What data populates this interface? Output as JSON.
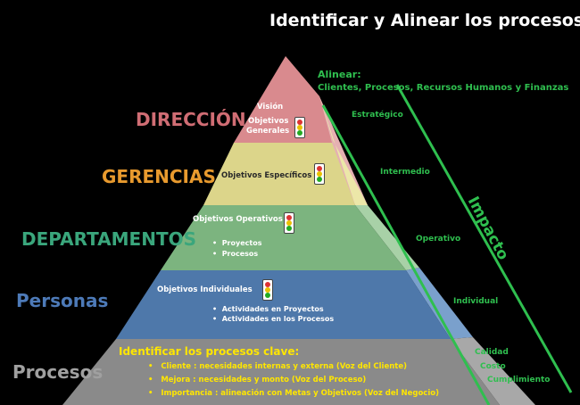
{
  "title": "Identificar y Alinear los procesos",
  "levels": {
    "direccion": "DIRECCIÓN",
    "gerencias": "GERENCIAS",
    "departamentos": "DEPARTAMENTOS",
    "personas": "Personas",
    "procesos": "Procesos"
  },
  "pyramid": {
    "top": {
      "vision": "Visión",
      "objetivos_1": "Objetivos",
      "objetivos_2": "Generales"
    },
    "gerencias": {
      "label": "Objetivos Específicos"
    },
    "departamentos": {
      "label": "Objetivos Operativos",
      "bullets": [
        "Proyectos",
        "Procesos"
      ]
    },
    "personas": {
      "label": "Objetivos  Individuales",
      "bullets": [
        "Actividades en Proyectos",
        "Actividades en los Procesos"
      ]
    },
    "procesos": {
      "heading": "Identificar los procesos clave:",
      "bullets": [
        "Cliente : necesidades internas y externa (Voz del Cliente)",
        "Mejora : necesidades y monto (Voz del Proceso)",
        "Importancia : alineación con Metas y Objetivos (Voz del Negocio)"
      ]
    }
  },
  "alinear": {
    "heading": "Alinear:",
    "items": "Clientes, Procesos, Recursos Humanos y Finanzas"
  },
  "impact": {
    "label": "Impacto",
    "levels": [
      "Estratégico",
      "Intermedio",
      "Operativo",
      "Individual"
    ],
    "base": [
      "Calidad",
      "Costo",
      "Cumplimiento"
    ]
  },
  "colors": {
    "top": "#d98a8e",
    "gerencias": "#dcd58a",
    "departamentos": "#7cb47f",
    "personas": "#4e78aa",
    "procesos": "#8a8a8a",
    "accent_green": "#2fbf4f",
    "accent_yellow": "#ffe600"
  }
}
